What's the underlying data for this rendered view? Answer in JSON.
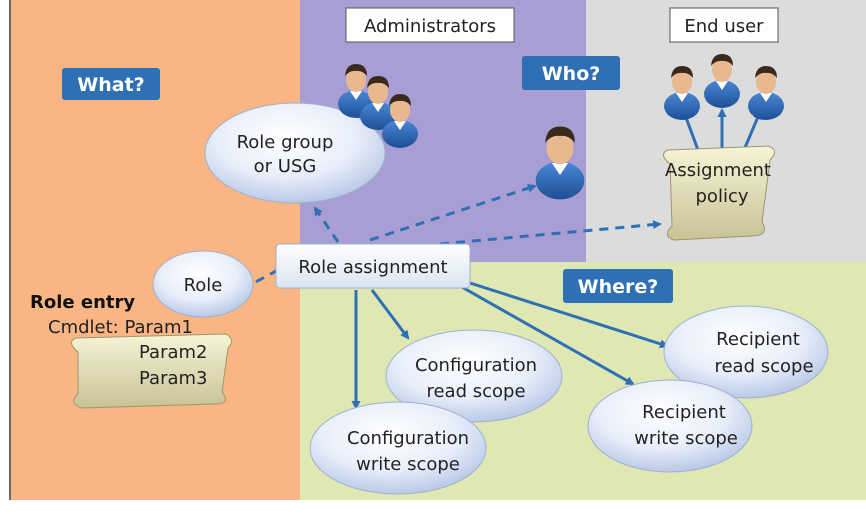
{
  "headers": {
    "administrators": "Administrators",
    "end_user": "End user"
  },
  "badges": {
    "what": "What?",
    "who": "Who?",
    "where": "Where?"
  },
  "nodes": {
    "role_group": [
      "Role group",
      "or USG"
    ],
    "role": "Role",
    "role_assignment": "Role assignment",
    "assignment_policy": [
      "Assignment",
      "policy"
    ],
    "config_read": [
      "Configuration",
      "read scope"
    ],
    "config_write": [
      "Configuration",
      "write scope"
    ],
    "recipient_read": [
      "Recipient",
      "read scope"
    ],
    "recipient_write": [
      "Recipient",
      "write scope"
    ]
  },
  "role_entry": {
    "title": "Role entry",
    "line1": "Cmdlet: Param1",
    "line2": "Param2",
    "line3": "Param3"
  },
  "colors": {
    "what_region": "#f9b584",
    "admin_region": "#a99ed4",
    "end_user_region": "#dcdcdc",
    "where_region": "#dfe7b3",
    "badge": "#2f6fb4",
    "arrow": "#2f6fb4",
    "ellipse": "#d9e4f5"
  },
  "icons": [
    "user-group-icon",
    "admin-user-icon",
    "end-user-group-icon",
    "scroll-icon"
  ]
}
